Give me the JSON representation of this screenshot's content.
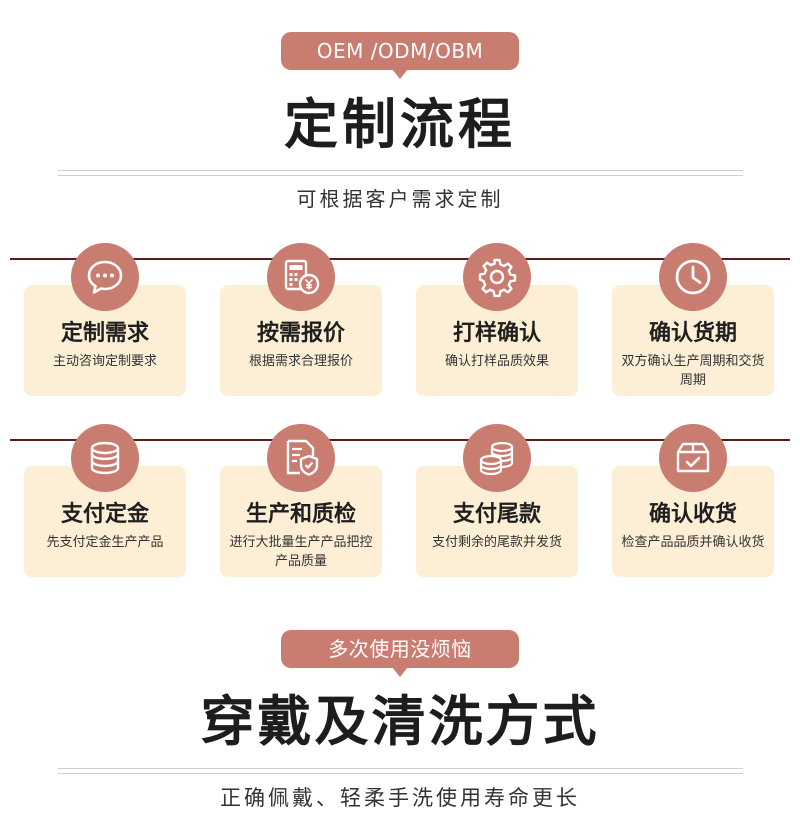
{
  "section1": {
    "pill": "OEM /ODM/OBM",
    "title": "定制流程",
    "subtitle": "可根据客户需求定制"
  },
  "steps_row1": [
    {
      "icon": "chat-bubble-icon",
      "title": "定制需求",
      "desc": "主动咨询定制要求"
    },
    {
      "icon": "calculator-yen-icon",
      "title": "按需报价",
      "desc": "根据需求合理报价"
    },
    {
      "icon": "gear-icon",
      "title": "打样确认",
      "desc": "确认打样品质效果"
    },
    {
      "icon": "clock-icon",
      "title": "确认货期",
      "desc": "双方确认生产周期和交货周期"
    }
  ],
  "steps_row2": [
    {
      "icon": "coin-stack-icon",
      "title": "支付定金",
      "desc": "先支付定金生产产品"
    },
    {
      "icon": "document-shield-icon",
      "title": "生产和质检",
      "desc": "进行大批量生产产品把控产品质量"
    },
    {
      "icon": "coins-icon",
      "title": "支付尾款",
      "desc": "支付剩余的尾款并发货"
    },
    {
      "icon": "box-check-icon",
      "title": "确认收货",
      "desc": "检查产品品质并确认收货"
    }
  ],
  "section2": {
    "pill": "多次使用没烦恼",
    "title": "穿戴及清洗方式",
    "subtitle": "正确佩戴、轻柔手洗使用寿命更长"
  },
  "colors": {
    "accent": "#c97c70",
    "card_bg": "#fdefd6",
    "line": "#5a1f1a"
  }
}
